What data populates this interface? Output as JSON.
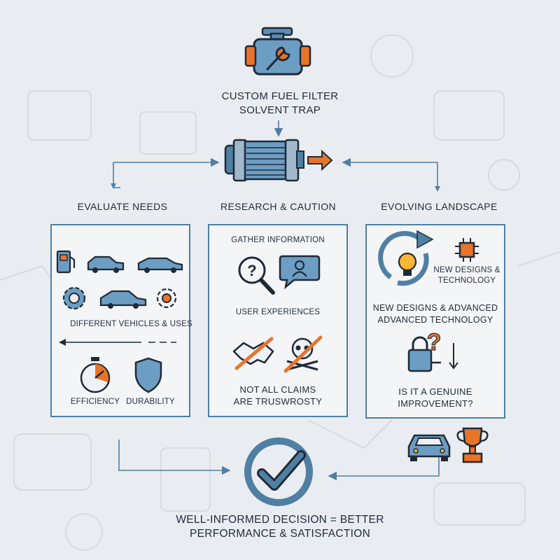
{
  "top": {
    "title_line1": "CUSTOM FUEL FILTER",
    "title_line2": "SOLVENT TRAP"
  },
  "columns": {
    "left": {
      "heading": "EVALUATE NEEDS",
      "caption": "DIFFERENT VEHICLES & USES",
      "efficiency": "EFFICIENCY",
      "durability": "DURABILITY"
    },
    "middle": {
      "heading": "RESEARCH & CAUTION",
      "gather": "GATHER INFORMATION",
      "experiences": "USER EXPERIENCES",
      "claims_line1": "NOT ALL CLAIMS",
      "claims_line2": "ARE TRUSWROSTY"
    },
    "right": {
      "heading": "EVOLVING LANDSCAPE",
      "icon_caption_line1": "NEW DESIGNS &",
      "icon_caption_line2": "TECHNOLOGY",
      "caption_line1": "NEW DESIGNS & ADVANCED",
      "caption_line2": "ADVANCED TECHNOLOGY",
      "question_line1": "IS IT A GENUINE",
      "question_line2": "IMPROVEMENT?"
    }
  },
  "bottom": {
    "line1": "WELL-INFORMED DECISION = BETTER",
    "line2": "PERFORMANCE & SATISFACTION"
  },
  "colors": {
    "primary": "#4f7fa3",
    "accent": "#e8742a",
    "ink": "#1f2a36",
    "background": "#e9edf1"
  },
  "icons": [
    "engine-wrench-icon",
    "fuel-filter-icon",
    "fuel-pump-icon",
    "car-icon",
    "gear-icon",
    "timer-icon",
    "shield-icon",
    "magnifier-question-icon",
    "user-chat-icon",
    "handshake-icon",
    "skull-icon",
    "cycle-bulb-icon",
    "chip-icon",
    "lock-question-icon",
    "trophy-icon",
    "checkmark-circle-icon"
  ]
}
